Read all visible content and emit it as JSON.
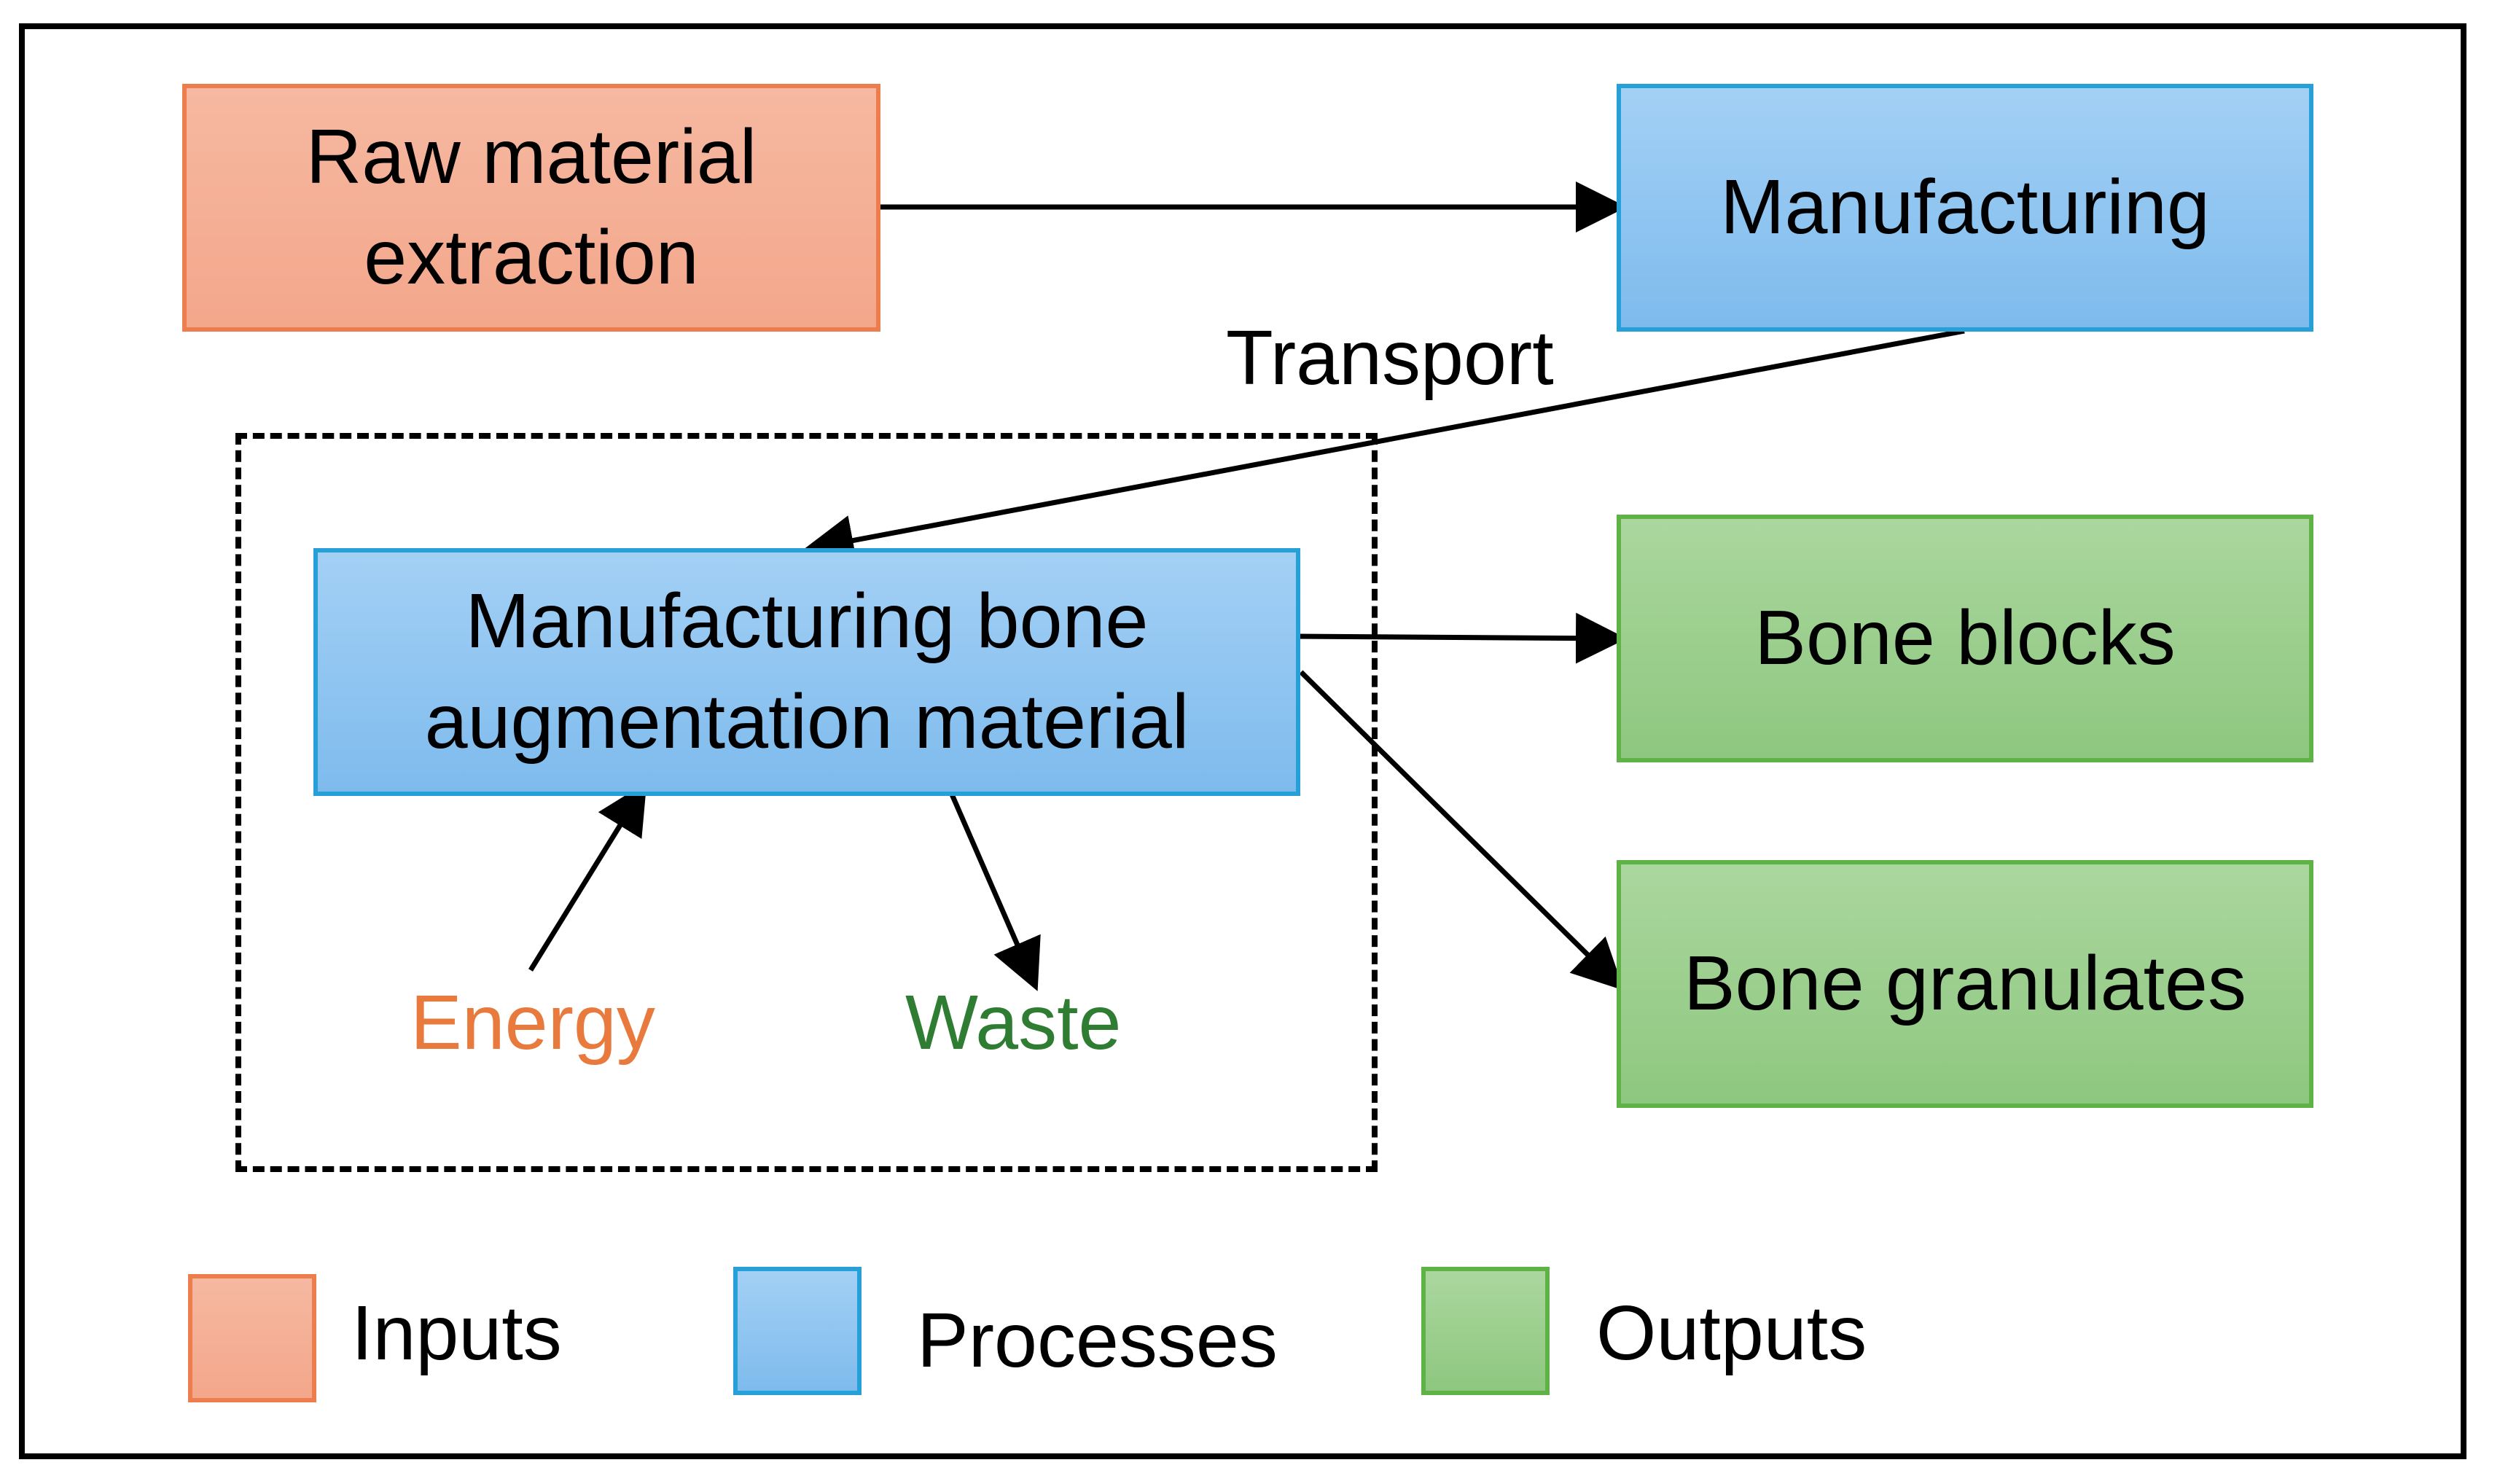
{
  "boxes": {
    "raw_material": {
      "line1": "Raw material",
      "line2": "extraction"
    },
    "manufacturing": {
      "label": "Manufacturing"
    },
    "manufacturing_bone": {
      "line1": "Manufacturing bone",
      "line2": "augmentation material"
    },
    "bone_blocks": {
      "label": "Bone blocks"
    },
    "bone_granulates": {
      "label": "Bone granulates"
    }
  },
  "labels": {
    "transport": "Transport",
    "energy": "Energy",
    "waste": "Waste"
  },
  "legend": {
    "inputs": "Inputs",
    "processes": "Processes",
    "outputs": "Outputs"
  },
  "colors": {
    "input_text": "#e87a3d",
    "waste_text": "#2e7d32"
  }
}
